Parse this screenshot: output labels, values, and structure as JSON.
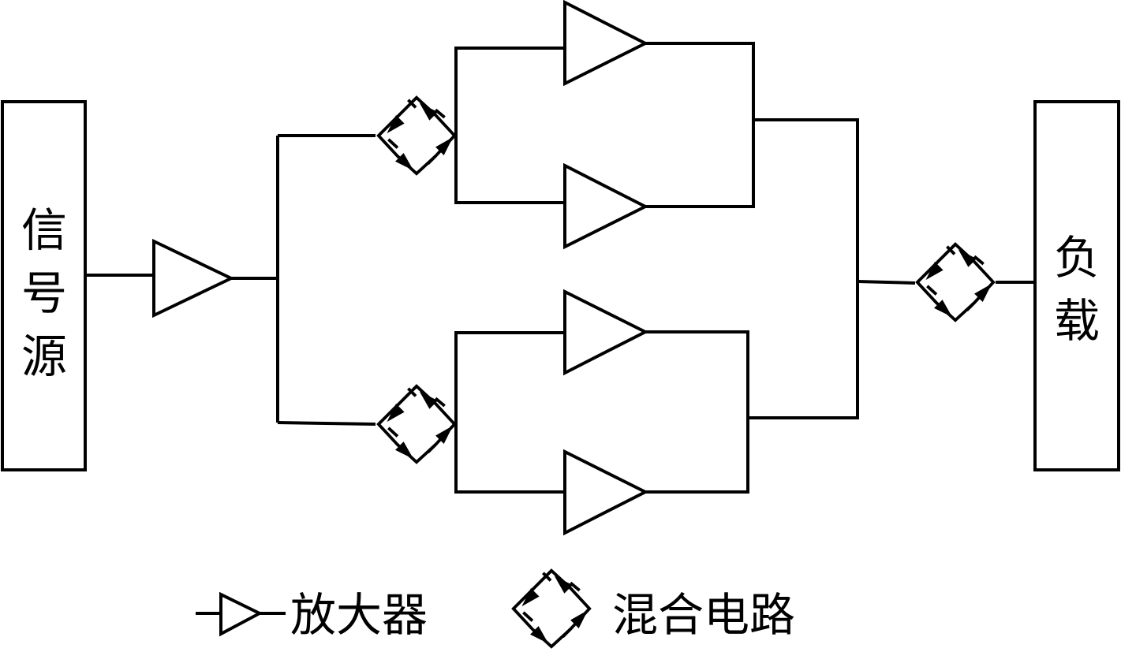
{
  "blocks": {
    "source": {
      "label_chars": [
        "信",
        "号",
        "源"
      ]
    },
    "load": {
      "label_chars": [
        "负",
        "载"
      ]
    }
  },
  "legend": {
    "amplifier_label": "放大器",
    "hybrid_label": "混合电路"
  },
  "colors": {
    "stroke": "#000000",
    "background": "#ffffff"
  }
}
